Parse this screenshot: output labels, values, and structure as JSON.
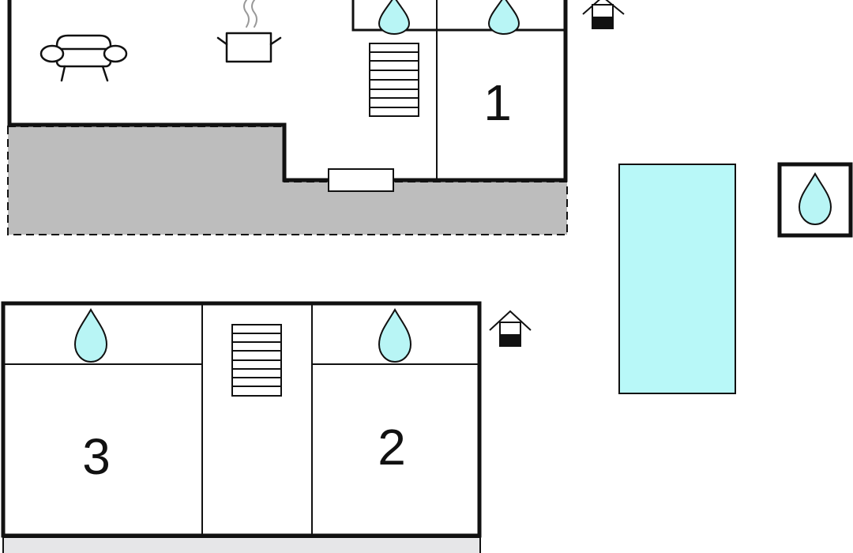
{
  "rooms": {
    "bedroom_1": {
      "label": "1"
    },
    "bedroom_2": {
      "label": "2"
    },
    "bedroom_3": {
      "label": "3"
    }
  },
  "colors": {
    "wall": "#111111",
    "terrace": "#bdbdbd",
    "terrace_lower": "#e6e6e8",
    "water": "#b8f5f5",
    "pool": "#b8f8f8",
    "background": "#ffffff"
  },
  "icons": {
    "living": "sofa-icon",
    "kitchen": "cooking-pot-icon",
    "bathroom": "water-drop-icon",
    "stairs": "stairs-icon",
    "entrance": "house-entrance-icon",
    "pool": "swimming-pool",
    "outdoor_shower": "water-drop-icon"
  }
}
